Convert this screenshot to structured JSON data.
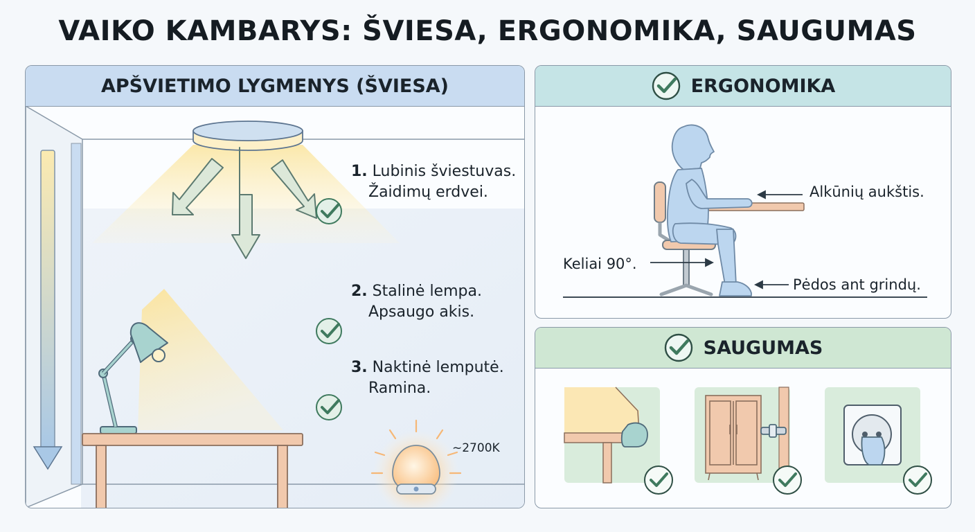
{
  "title": "VAIKO KAMBARYS: ŠVIESA, ERGONOMIKA, SAUGUMAS",
  "lighting": {
    "header": "APŠVIETIMO LYGMENYS (ŠVIESA)",
    "items": [
      {
        "num": "1.",
        "line1": "Lubinis šviestuvas.",
        "line2": "Žaidimų erdvei."
      },
      {
        "num": "2.",
        "line1": "Stalinė lempa.",
        "line2": "Apsaugo akis."
      },
      {
        "num": "3.",
        "line1": "Naktinė lemputė.",
        "line2": "Ramina."
      }
    ],
    "night_light_temperature": "~2700K"
  },
  "ergonomics": {
    "header": "ERGONOMIKA",
    "elbow_label": "Alkūnių aukštis.",
    "knees_label": "Keliai 90°.",
    "feet_label": "Pėdos ant grindų."
  },
  "safety": {
    "header": "SAUGUMAS"
  },
  "colors": {
    "check_green": "#3f7a5e",
    "wood": "#f1c9ad",
    "lamp_teal": "#a8d3cf",
    "child_blue": "#bcd6ef"
  }
}
